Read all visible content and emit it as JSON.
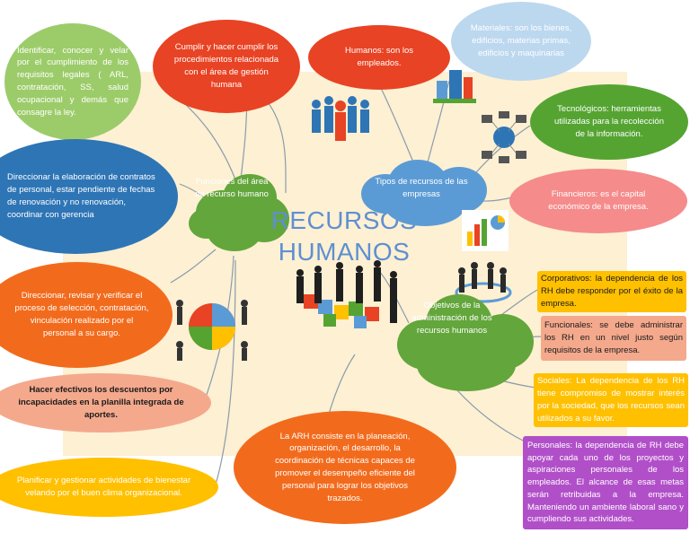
{
  "title": {
    "line1": "RECURSOS",
    "line2": "HUMANOS"
  },
  "nodes": {
    "legal": "Identificar, conocer y velar por el cumplimiento de los requisitos legales ( ARL, contratación, SS, salud ocupacional y demás que consagre la ley.",
    "procedures": "Cumplir y hacer cumplir los procedimientos relacionada con el área de gestión humana",
    "contracts": "Direccionar la elaboración de contratos de personal, estar pendiente de fechas de renovación y no renovación, coordinar con gerencia",
    "selection": "Direccionar, revisar y verificar el proceso de selección, contratación, vinculación realizado por el personal a su cargo.",
    "discounts": "Hacer efectivos los descuentos por incapacidades en la planilla integrada de aportes.",
    "wellbeing": "Planificar y gestionar actividades de bienestar velando por el buen clima organizacional.",
    "functions_cloud": "Funciones del área de recurso humano",
    "definition": "La ARH consiste en la planeación, organización, el desarrollo, la coordinación de técnicas capaces de promover el desempeño eficiente del personal para lograr los objetivos trazados.",
    "human": "Humanos: son los empleados.",
    "materials": "Materiales: son los bienes, edificios, materias primas, edificios y maquinarias",
    "tech": "Tecnológicos: herramientas utilizadas para la recolección de la información.",
    "types": "Tipos de recursos de las empresas",
    "financial": "Financieros: es el capital económico de la empresa.",
    "objectives_cloud": "Objetivos de la administración de los recursos humanos",
    "corporate": "Corporativos: la dependencia de los RH debe responder por el éxito de la empresa.",
    "functional": "Funcionales: se debe administrar los RH en un nivel justo según requisitos de la empresa.",
    "social": "Sociales: La dependencia de los RH tiene compromiso de mostrar interés por la sociedad, que los recursos sean utilizados a su favor.",
    "personal": "Personales: la dependencia de RH debe apoyar cada uno de los proyectos y aspiraciones personales de los empleados. El alcance de esas metas serán retribuidas a la empresa. Manteniendo un ambiente laboral sano y cumpliendo sus actividades."
  },
  "colors": {
    "green": "#9ccc6a",
    "red": "#e84324",
    "blue": "#2e75b6",
    "orange": "#f26b1d",
    "salmon": "#f4a98d",
    "yellow": "#ffc000",
    "lightblue": "#bcd8ef",
    "darkgreen": "#55a432",
    "pink": "#f58b8b",
    "cloudgreen": "#63a63b",
    "cloudblue": "#5b9bd5",
    "purple": "#b14fc9",
    "title": "#5f8fd1",
    "background": "#fdf0d3"
  }
}
